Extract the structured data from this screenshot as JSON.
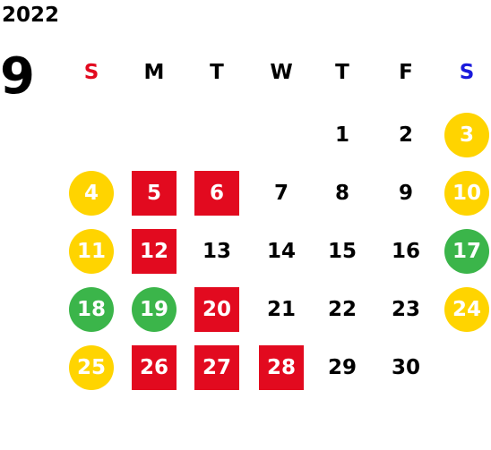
{
  "header": {
    "year": "2022",
    "month": "9"
  },
  "weekdays": [
    {
      "label": "S",
      "color": "#e20a1f"
    },
    {
      "label": "M",
      "color": "#000000"
    },
    {
      "label": "T",
      "color": "#000000"
    },
    {
      "label": "W",
      "color": "#000000"
    },
    {
      "label": "T",
      "color": "#000000"
    },
    {
      "label": "F",
      "color": "#000000"
    },
    {
      "label": "S",
      "color": "#1a1adc"
    }
  ],
  "days": [
    {
      "day": "1",
      "week": 0,
      "col": 4,
      "style": "plain"
    },
    {
      "day": "2",
      "week": 0,
      "col": 5,
      "style": "plain"
    },
    {
      "day": "3",
      "week": 0,
      "col": 6,
      "style": "yellow"
    },
    {
      "day": "4",
      "week": 1,
      "col": 0,
      "style": "yellow"
    },
    {
      "day": "5",
      "week": 1,
      "col": 1,
      "style": "red"
    },
    {
      "day": "6",
      "week": 1,
      "col": 2,
      "style": "red"
    },
    {
      "day": "7",
      "week": 1,
      "col": 3,
      "style": "plain"
    },
    {
      "day": "8",
      "week": 1,
      "col": 4,
      "style": "plain"
    },
    {
      "day": "9",
      "week": 1,
      "col": 5,
      "style": "plain"
    },
    {
      "day": "10",
      "week": 1,
      "col": 6,
      "style": "yellow"
    },
    {
      "day": "11",
      "week": 2,
      "col": 0,
      "style": "yellow"
    },
    {
      "day": "12",
      "week": 2,
      "col": 1,
      "style": "red"
    },
    {
      "day": "13",
      "week": 2,
      "col": 2,
      "style": "plain"
    },
    {
      "day": "14",
      "week": 2,
      "col": 3,
      "style": "plain"
    },
    {
      "day": "15",
      "week": 2,
      "col": 4,
      "style": "plain"
    },
    {
      "day": "16",
      "week": 2,
      "col": 5,
      "style": "plain"
    },
    {
      "day": "17",
      "week": 2,
      "col": 6,
      "style": "green"
    },
    {
      "day": "18",
      "week": 3,
      "col": 0,
      "style": "green"
    },
    {
      "day": "19",
      "week": 3,
      "col": 1,
      "style": "green"
    },
    {
      "day": "20",
      "week": 3,
      "col": 2,
      "style": "red"
    },
    {
      "day": "21",
      "week": 3,
      "col": 3,
      "style": "plain"
    },
    {
      "day": "22",
      "week": 3,
      "col": 4,
      "style": "plain"
    },
    {
      "day": "23",
      "week": 3,
      "col": 5,
      "style": "plain"
    },
    {
      "day": "24",
      "week": 3,
      "col": 6,
      "style": "yellow"
    },
    {
      "day": "25",
      "week": 4,
      "col": 0,
      "style": "yellow"
    },
    {
      "day": "26",
      "week": 4,
      "col": 1,
      "style": "red"
    },
    {
      "day": "27",
      "week": 4,
      "col": 2,
      "style": "red"
    },
    {
      "day": "28",
      "week": 4,
      "col": 3,
      "style": "red"
    },
    {
      "day": "29",
      "week": 4,
      "col": 4,
      "style": "plain"
    },
    {
      "day": "30",
      "week": 4,
      "col": 5,
      "style": "plain"
    }
  ],
  "colors": {
    "red": "#e20a1f",
    "yellow": "#ffd400",
    "green": "#3bb54a"
  }
}
